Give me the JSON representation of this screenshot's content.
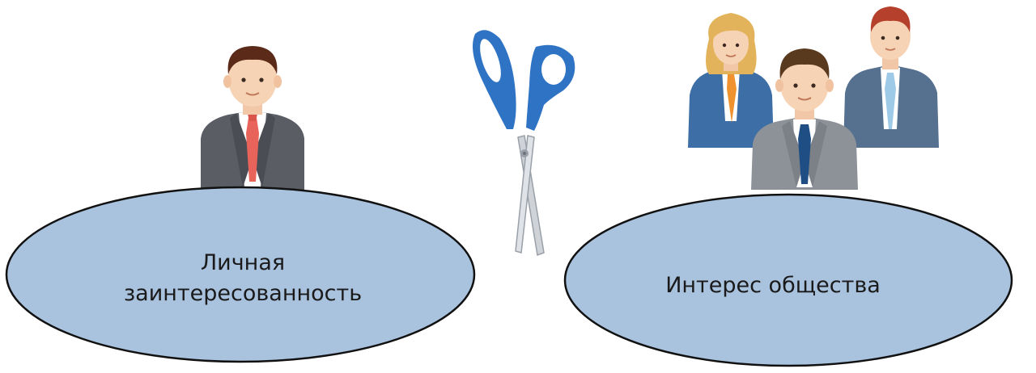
{
  "left_oval": {
    "line1": "Личная",
    "line2": "заинтересованность"
  },
  "right_oval": {
    "label": "Интерес общества"
  },
  "colors": {
    "oval_fill": "#a9c2de",
    "oval_stroke": "#111111",
    "scissors_handle": "#2f73c4",
    "suit_dark": "#5a5d63",
    "suit_blue": "#3d6fa6",
    "suit_gray": "#8d9198",
    "suit_slate": "#56708f"
  },
  "icons": [
    "businessman-icon",
    "scissors-icon",
    "group-of-people-icon"
  ]
}
